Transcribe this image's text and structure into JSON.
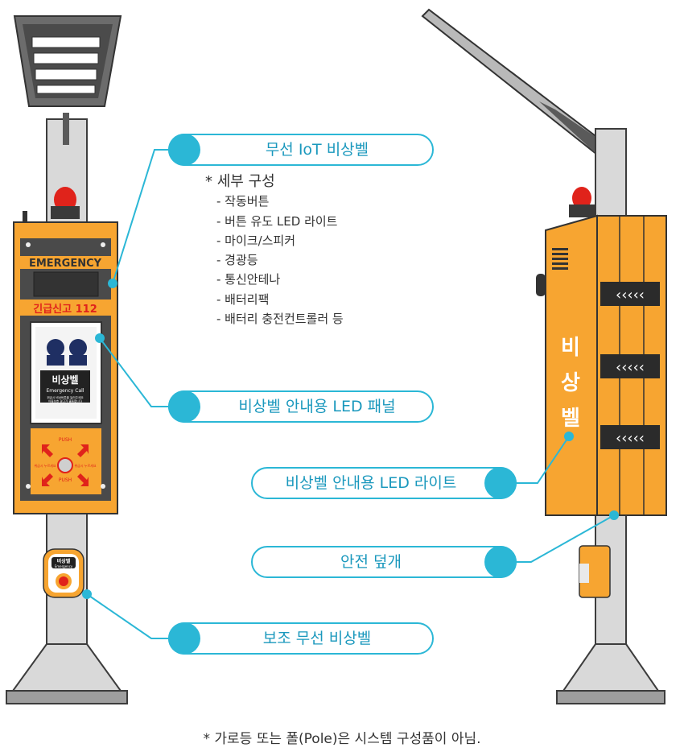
{
  "device": {
    "emergency_label": "EMERGENCY",
    "report_label": "긴급신고 112",
    "panel_title": "비상벨",
    "panel_subtitle": "Emergency Call",
    "panel_text_line1": "위급시 비상버튼을 눌러주세요",
    "panel_text_line2": "아동보호 경고가 출동합니다",
    "push_label": "PUSH",
    "button_caption_left": "위급시 누르세요",
    "button_caption_right": "위급시 누르세요",
    "aux_title": "비상벨",
    "aux_subtitle": "Emergency",
    "side_vertical_text": [
      "비",
      "상",
      "벨"
    ]
  },
  "callouts": {
    "wireless_iot": "무선 IoT 비상벨",
    "guide_panel": "비상벨 안내용 LED 패널",
    "guide_light": "비상벨 안내용 LED 라이트",
    "safety_cover": "안전 덮개",
    "aux_wireless": "보조 무선 비상벨"
  },
  "details": {
    "heading": "* 세부 구성",
    "items": [
      "- 작동버튼",
      "- 버튼 유도 LED 라이트",
      "- 마이크/스피커",
      "- 경광등",
      "- 통신안테나",
      "- 배터리팩",
      "- 배터리 충전컨트롤러 등"
    ]
  },
  "footnote": "* 가로등 또는 폴(Pole)은 시스템 구성품이 아님.",
  "colors": {
    "accent": "#2bb7d6",
    "accent_text": "#1a98bd",
    "orange": "#f7a531",
    "pole": "#d9d9d9",
    "red": "#e0231b",
    "dark": "#4a4a4a"
  }
}
